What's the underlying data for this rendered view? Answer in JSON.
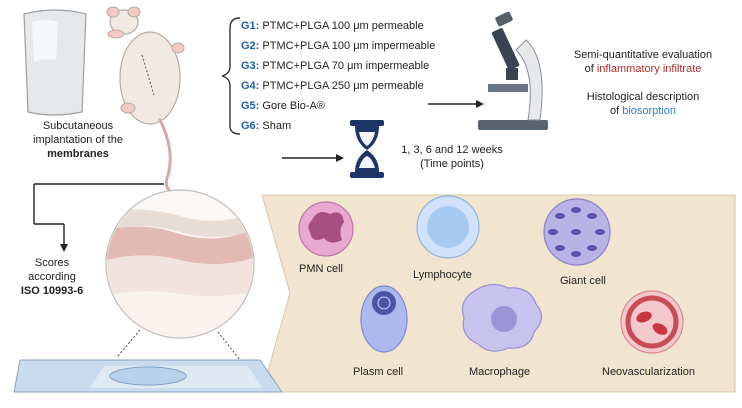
{
  "implant_caption": {
    "line1": "Subcutaneous",
    "line2": "implantation of the",
    "line3": "membranes"
  },
  "groups": [
    {
      "code": "G1:",
      "label": "PTMC+PLGA 100 μm permeable"
    },
    {
      "code": "G2:",
      "label": "PTMC+PLGA 100 μm impermeable"
    },
    {
      "code": "G3:",
      "label": "PTMC+PLGA 70 μm impermeable"
    },
    {
      "code": "G4:",
      "label": "PTMC+PLGA 250 μm permeable"
    },
    {
      "code": "G5:",
      "label": "Gore Bio-A®"
    },
    {
      "code": "G6:",
      "label": "Sham"
    }
  ],
  "evaluation": {
    "line1": "Semi-quantitative evaluation",
    "line2_prefix": "of ",
    "line2_highlight": "inflammatory infiltrate",
    "line3": "Histological description",
    "line4_prefix": "of ",
    "line4_highlight": "biosorption"
  },
  "timepoints": {
    "line1": "1, 3, 6 and 12 weeks",
    "line2": "(Time points)"
  },
  "scores": {
    "line1": "Scores",
    "line2": "according",
    "line3": "ISO 10993-6"
  },
  "cells": [
    {
      "label": "PMN cell"
    },
    {
      "label": "Lymphocyte"
    },
    {
      "label": "Giant cell"
    },
    {
      "label": "Plasm cell"
    },
    {
      "label": "Macrophage"
    },
    {
      "label": "Neovascularization"
    }
  ],
  "colors": {
    "group_code": "#1f5fa8",
    "inflammatory": "#b02a2a",
    "biosorption": "#2f7fd0",
    "cell_panel": "#f2e5cf",
    "cell_panel_border": "#d9c8a6",
    "hourglass": "#1c3566"
  }
}
